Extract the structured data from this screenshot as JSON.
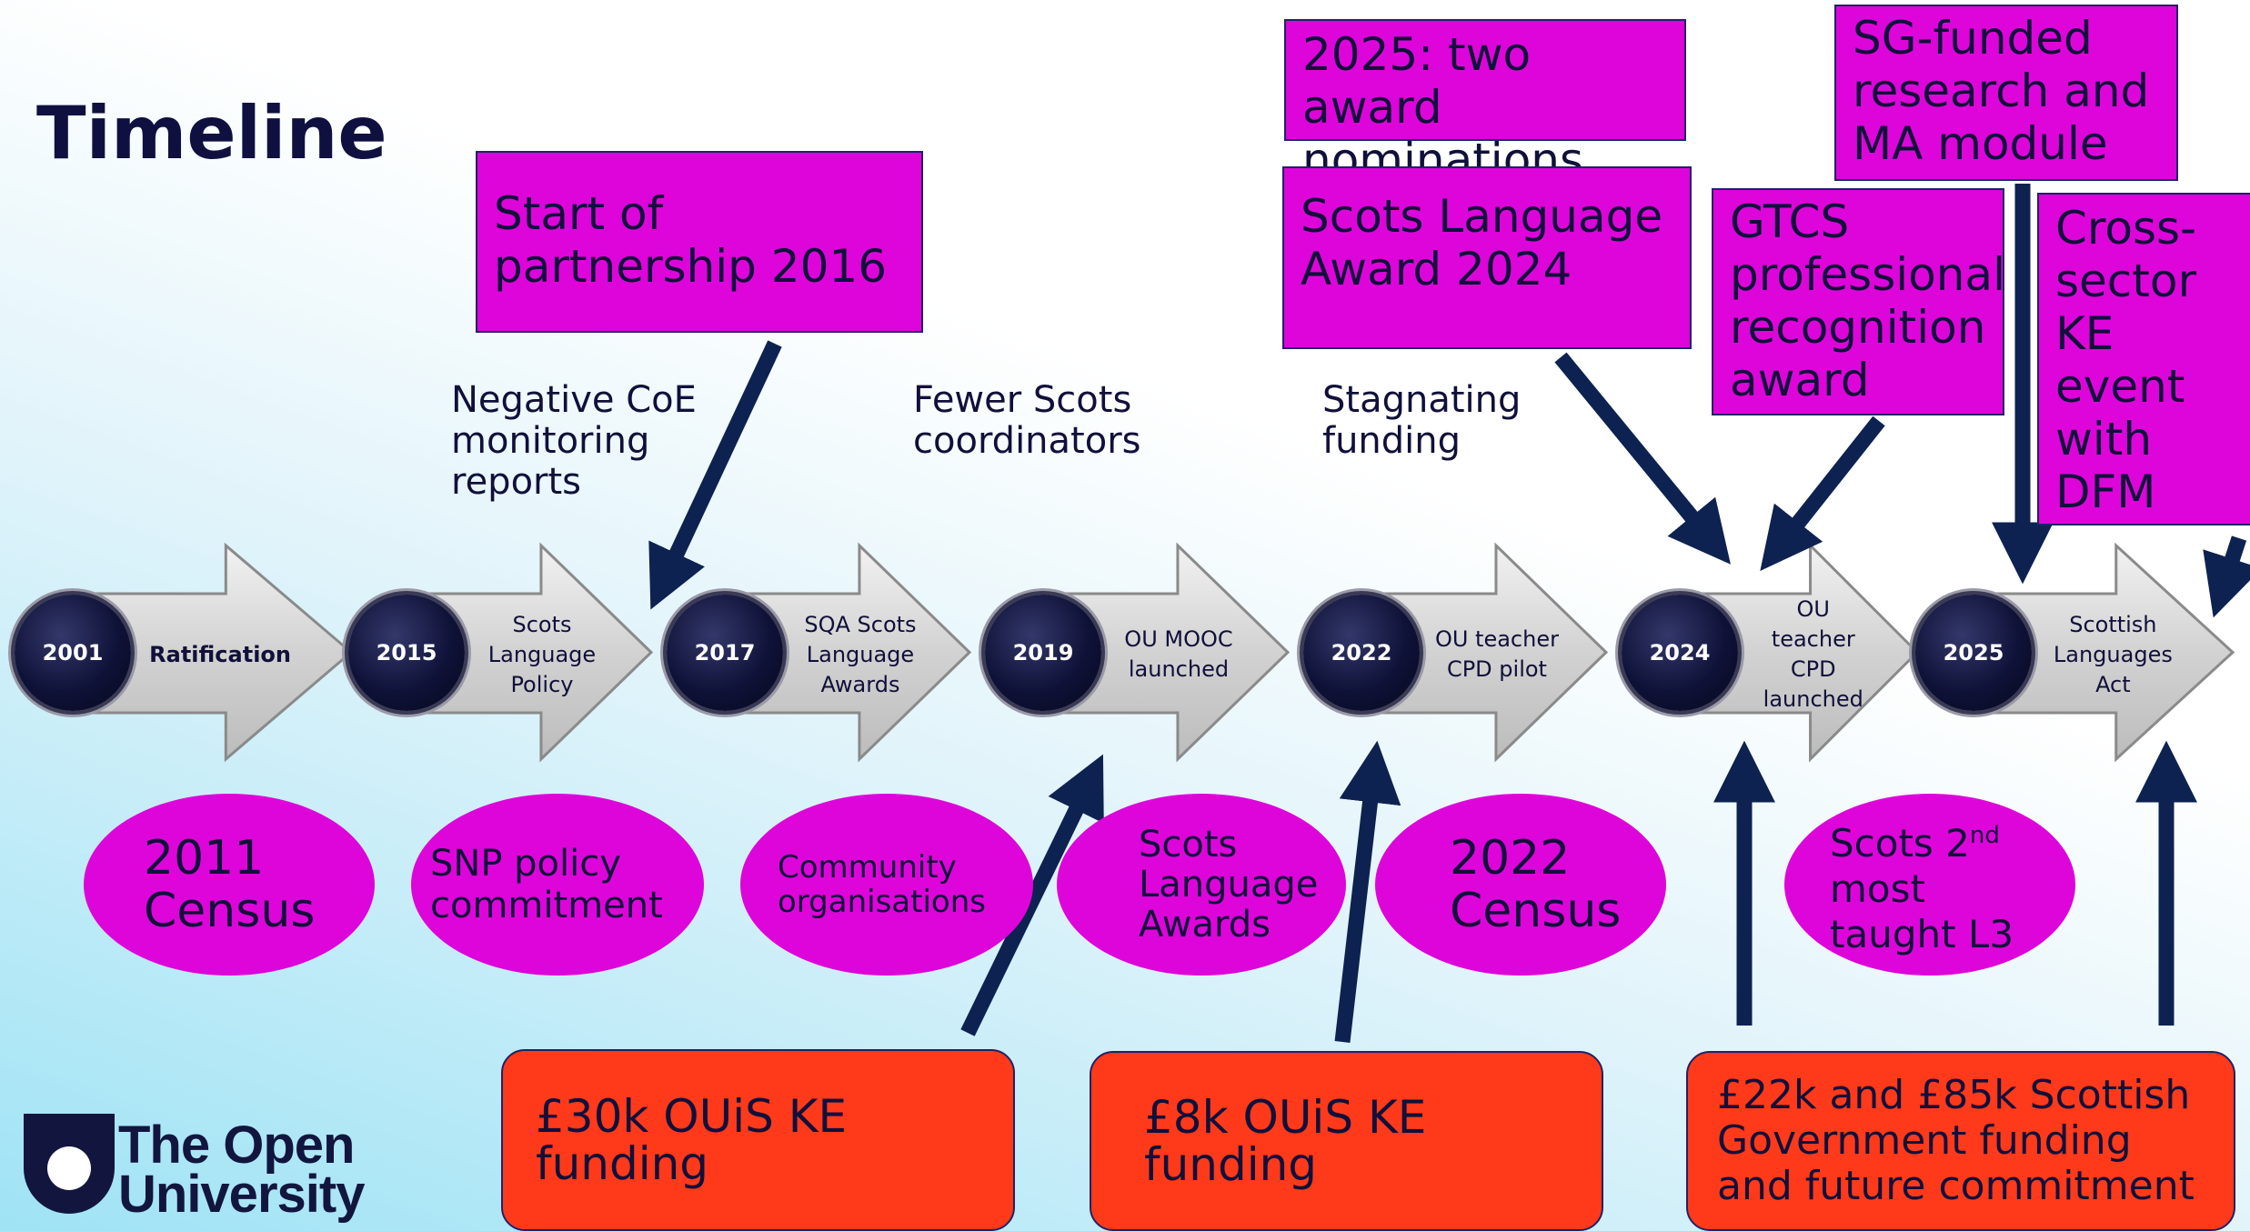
{
  "title": "Timeline",
  "logo": {
    "line1": "The Open",
    "line2": "University"
  },
  "steps": [
    {
      "year": "2001",
      "label": "Ratification"
    },
    {
      "year": "2015",
      "label": "Scots Language Policy"
    },
    {
      "year": "2017",
      "label": "SQA Scots Language Awards"
    },
    {
      "year": "2019",
      "label": "OU MOOC launched"
    },
    {
      "year": "2022",
      "label": "OU teacher CPD pilot"
    },
    {
      "year": "2024",
      "label": "OU teacher CPD launched"
    },
    {
      "year": "2025",
      "label": "Scottish Languages Act"
    }
  ],
  "top_boxes": {
    "partnership": "Start of partnership 2016",
    "nominations": "2025: two award nominations",
    "award_2024": "Scots Language Award 2024",
    "gtcs": "GTCS professional recognition award",
    "sg_research": "SG-funded research and MA module",
    "cross_sector": "Cross-sector KE event with DFM"
  },
  "challenges": {
    "coe": "Negative CoE monitoring reports",
    "coordinators": "Fewer Scots coordinators",
    "funding": "Stagnating funding"
  },
  "drivers": {
    "census_2011": "2011 Census",
    "snp": "SNP policy commitment",
    "community": "Community organisations",
    "awards": "Scots Language Awards",
    "census_2022": "2022 Census",
    "scots_l3": {
      "pre": "Scots 2",
      "sup": "nd",
      "post": " most taught L3"
    }
  },
  "funding": {
    "ouis_30k": "£30k OUiS KE funding",
    "ouis_8k": "£8k OUiS KE funding",
    "sg": "£22k and £85k Scottish Government funding and future commitment"
  },
  "colors": {
    "magenta": "#dd05d9",
    "orange": "#ff3a1a",
    "navy": "#0d2250",
    "arrow_grey": "#d6d6d6"
  }
}
